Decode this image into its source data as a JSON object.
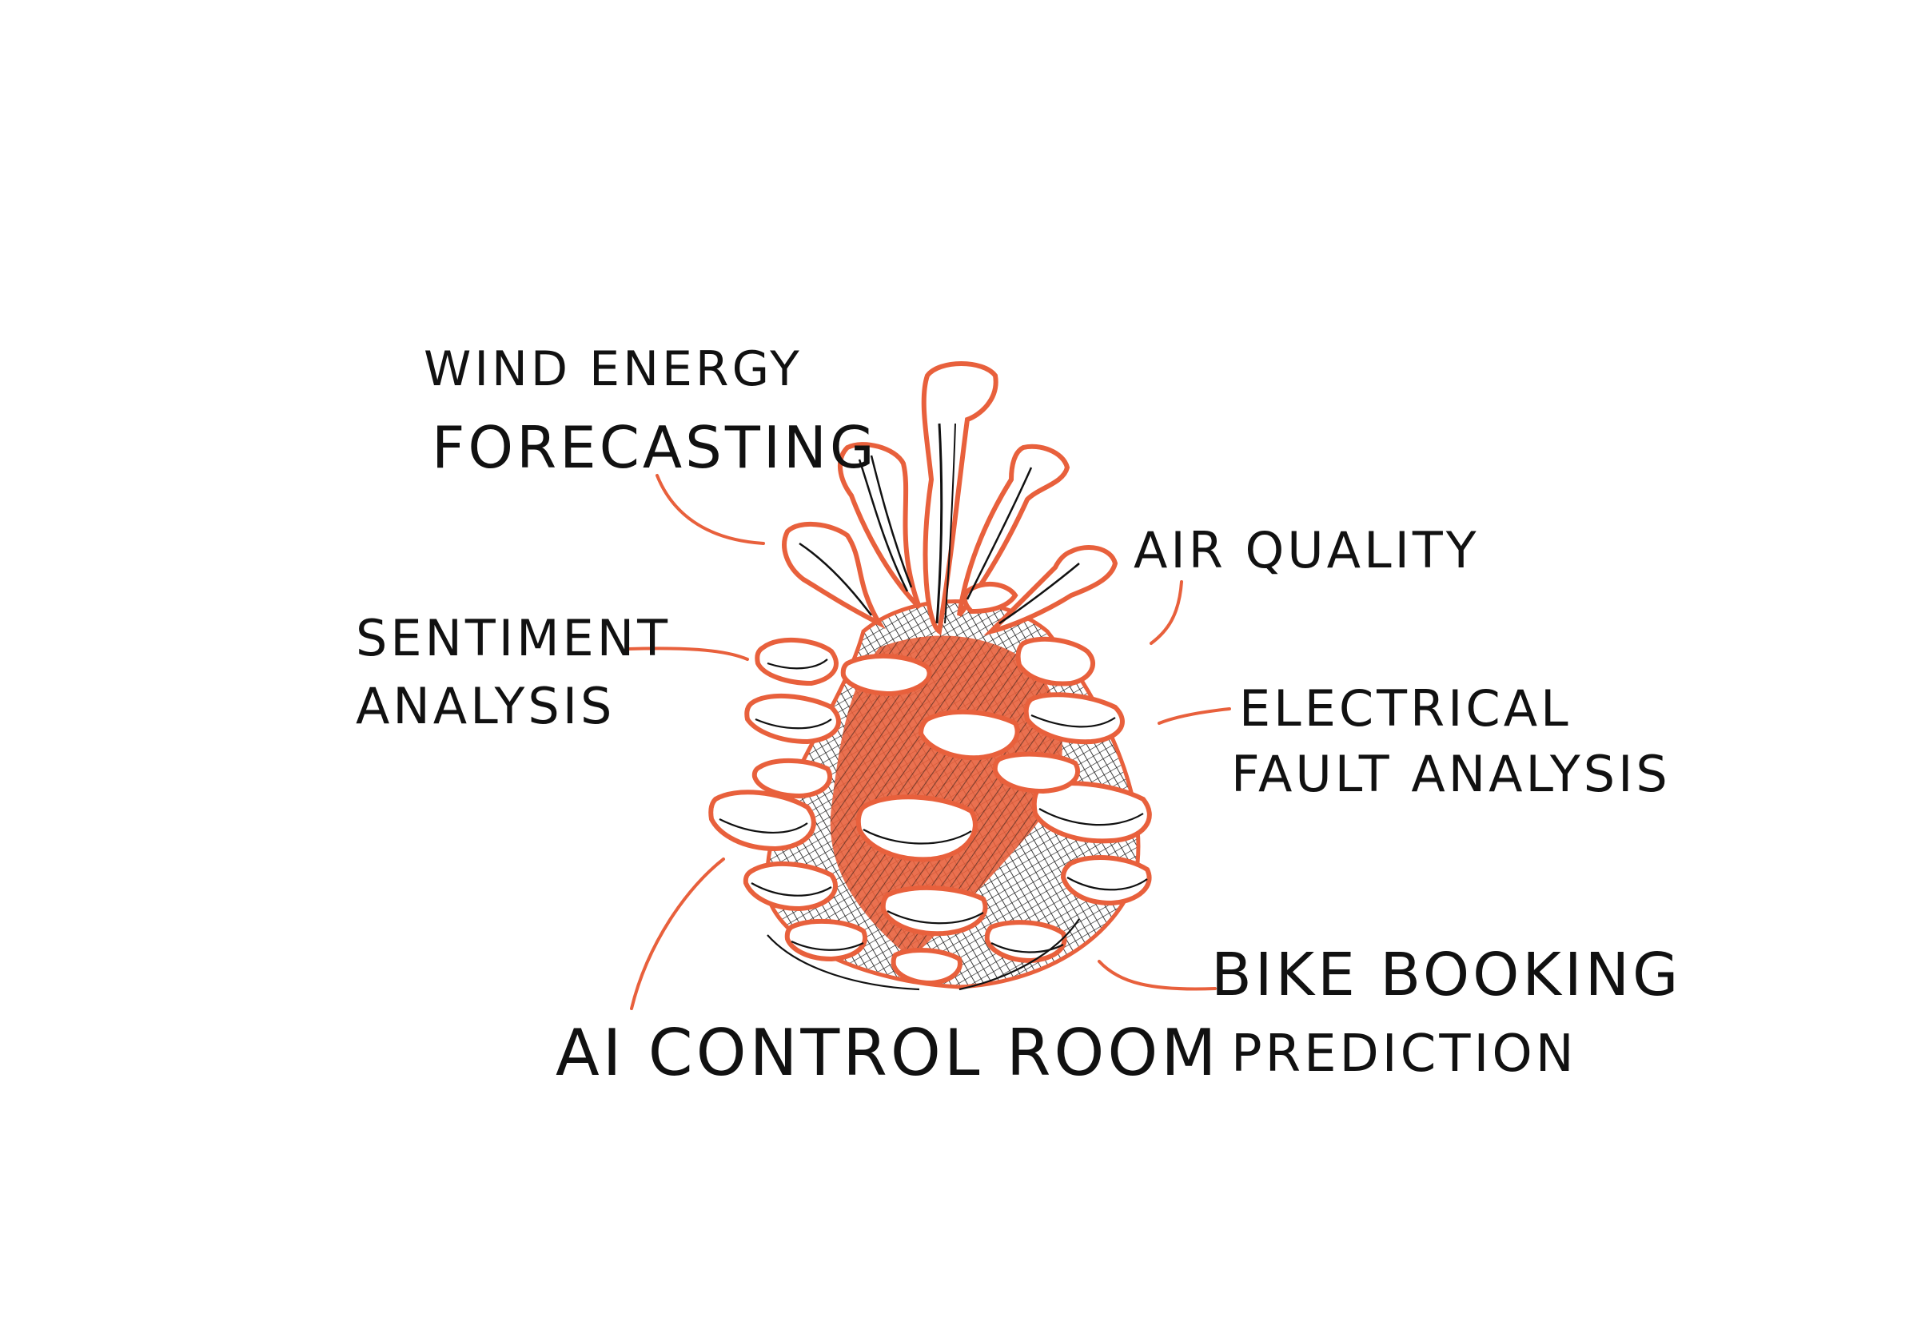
{
  "colors": {
    "accent": "#e8603c",
    "ink": "#111111",
    "background": "#ffffff"
  },
  "icons": {
    "central": "pinecone-icon"
  },
  "labels": {
    "wind_energy": {
      "line1": "WIND ENERGY",
      "line2": "FORECASTING"
    },
    "air_quality": {
      "line1": "AIR QUALITY"
    },
    "sentiment": {
      "line1": "SENTIMENT",
      "line2": "ANALYSIS"
    },
    "electrical": {
      "line1": "ELECTRICAL",
      "line2": "FAULT ANALYSIS"
    },
    "control_room": {
      "line1": "AI CONTROL ROOM"
    },
    "bike": {
      "line1": "BIKE BOOKING",
      "line2": "PREDICTION"
    }
  }
}
